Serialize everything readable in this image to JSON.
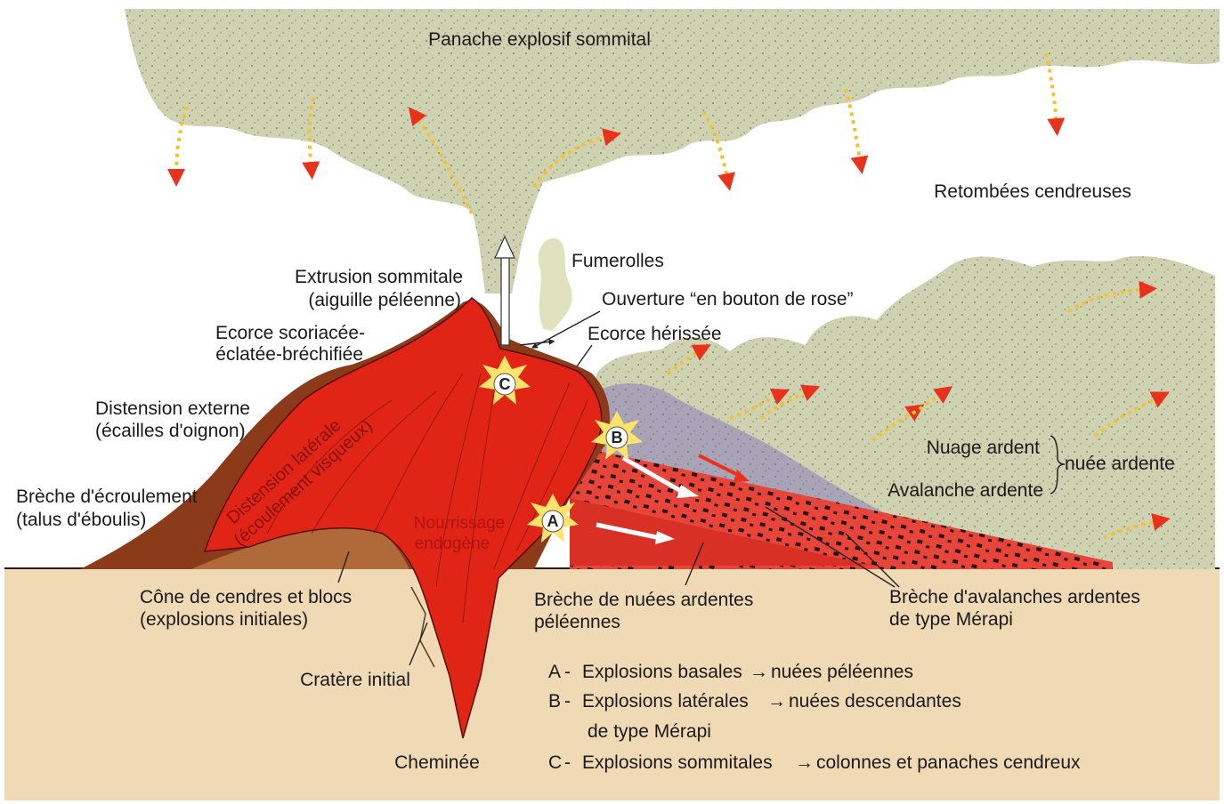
{
  "labels": {
    "plume": "Panache explosif sommital",
    "ash_fall": "Retombées cendreuses",
    "fumaroles": "Fumerolles",
    "summit_extrusion": [
      "Extrusion sommitale",
      "(aiguille péléenne)"
    ],
    "rose_bud": "Ouverture “en bouton de rose”",
    "spiny_crust": "Ecorce hérissée",
    "scoriaceous_crust": [
      "Ecorce scoriacée-",
      "éclatée-bréchifiée"
    ],
    "external_distension": [
      "Distension externe",
      "(écailles d'oignon)"
    ],
    "collapse_breccia": [
      "Brèche d'écroulement",
      "(talus d'éboulis)"
    ],
    "lateral_distension": [
      "Distension latérale",
      "(écoulement visqueux)"
    ],
    "endogenous_growth": [
      "Nourrissage",
      "endogène"
    ],
    "ardent_cloud": "Nuage ardent",
    "ardent_avalanche": "Avalanche ardente",
    "nuee_ardente": "nuée ardente",
    "ash_block_cone": [
      "Cône de cendres et blocs",
      "(explosions initiales)"
    ],
    "initial_crater": "Cratère initial",
    "chimney": "Cheminée",
    "pelean_breccia": [
      "Brèche de nuées ardentes",
      "péléennes"
    ],
    "merapi_breccia": [
      "Brèche d'avalanches ardentes",
      "de type Mérapi"
    ]
  },
  "markers": [
    "A",
    "B",
    "C"
  ],
  "legend": [
    {
      "letter": "A",
      "cause": "Explosions basales",
      "effect": [
        "nuées péléennes"
      ]
    },
    {
      "letter": "B",
      "cause": "Explosions latérales",
      "effect": [
        "nuées descendantes",
        "de type Mérapi"
      ]
    },
    {
      "letter": "C",
      "cause": "Explosions sommitales",
      "effect": [
        "colonnes et panaches cendreux"
      ]
    }
  ],
  "colors": {
    "ash_cloud": "#cfd2b0",
    "lava_dome": "#e02516",
    "avalanche": "#a9a3b8",
    "ground": "#f0d9b5",
    "breccia": "#8b3a1a",
    "arrow_dash": "#f2c230",
    "arrow_head": "#e8321c"
  }
}
